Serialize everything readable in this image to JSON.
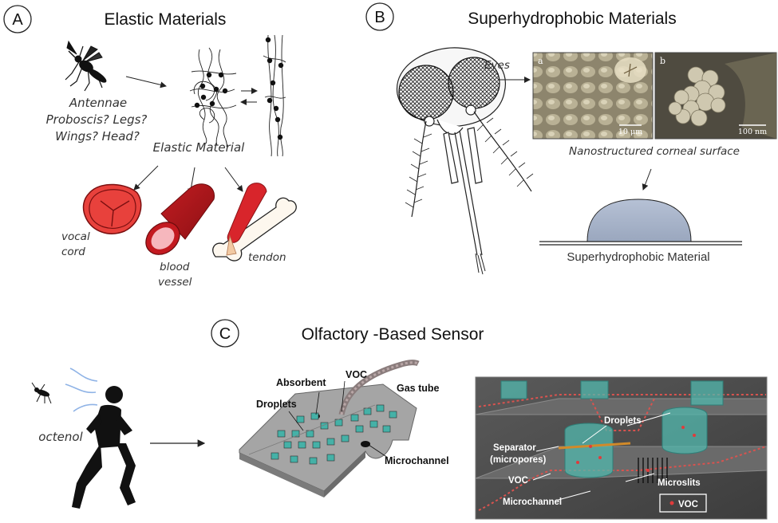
{
  "panels": {
    "a": {
      "letter": "A",
      "title": "Elastic Materials"
    },
    "b": {
      "letter": "B",
      "title": "Superhydrophobic Materials"
    },
    "c": {
      "letter": "C",
      "title": "Olfactory -Based Sensor"
    }
  },
  "elastic": {
    "question_lines": [
      "Antennae",
      "Proboscis? Legs?",
      "Wings? Head?"
    ],
    "material_label": "Elastic Material",
    "applications": {
      "vocal_cord": [
        "vocal",
        "cord"
      ],
      "blood_vessel": [
        "blood",
        "vessel"
      ],
      "tendon": "tendon"
    }
  },
  "superhydrophobic": {
    "eyes_label": "Eyes",
    "sem_images": [
      {
        "letter": "a",
        "scale": "10 μm"
      },
      {
        "letter": "b",
        "scale": "100 nm"
      }
    ],
    "sem_caption": "Nanostructured corneal surface",
    "droplet_caption": "Superhydrophobic Material"
  },
  "olfactory": {
    "attractant": "octenol",
    "chip_labels": {
      "voc": "VOC",
      "absorbent": "Absorbent",
      "gas_tube": "Gas tube",
      "droplets": "Droplets",
      "microchannel": "Microchannel"
    },
    "detail_labels": {
      "droplets": "Droplets",
      "separator": "Separator",
      "micropores": "(micropores)",
      "voc": "VOC",
      "microslits": "Microslits",
      "microchannel": "Microchannel",
      "legend_voc": "VOC"
    }
  },
  "colors": {
    "tissue_red": "#e8413c",
    "vessel_dark": "#a3161b",
    "droplet_blue": "#a9b6cc",
    "chip_gray": "#9a9a9a",
    "teal": "#49b6ae"
  }
}
